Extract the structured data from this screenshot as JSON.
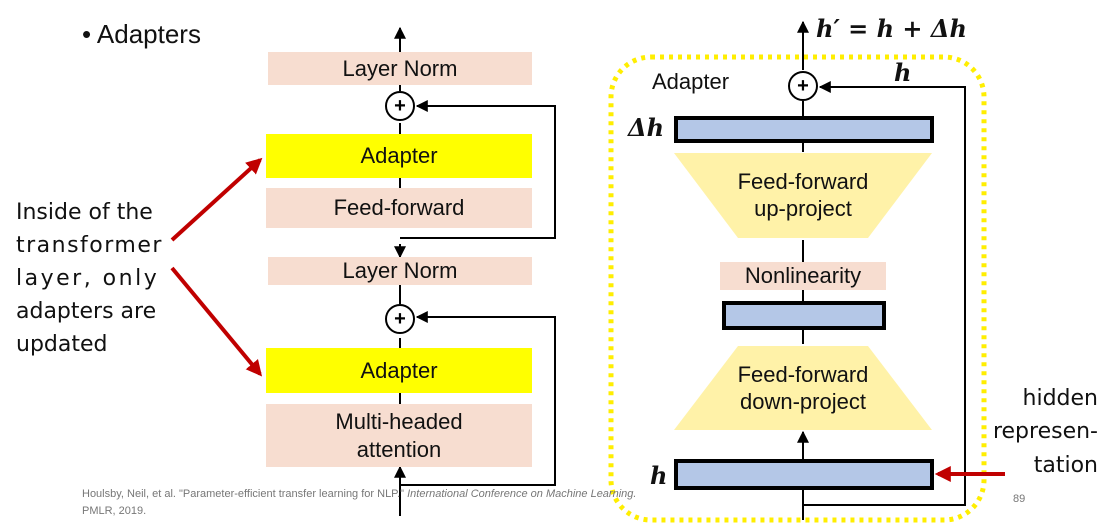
{
  "slide": {
    "bullet": "•",
    "title": "Adapters",
    "page_number": "89"
  },
  "left_stack": {
    "layer_norm_top": "Layer Norm",
    "adapter_top": "Adapter",
    "feed_forward": "Feed-forward",
    "layer_norm_mid": "Layer Norm",
    "adapter_bottom": "Adapter",
    "attention_line1": "Multi-headed",
    "attention_line2": "attention",
    "plus_symbol": "+"
  },
  "side_note": {
    "line1": "Inside of the",
    "line2": "transformer",
    "line3": "layer, only",
    "line4": "adapters are",
    "line5": "updated"
  },
  "adapter_detail": {
    "label": "Adapter",
    "output_eq": "h′ = h + Δh",
    "h_skip": "h",
    "delta_h": "Δh",
    "h_input": "h",
    "ff_up_line1": "Feed-forward",
    "ff_up_line2": "up-project",
    "nonlinearity": "Nonlinearity",
    "ff_down_line1": "Feed-forward",
    "ff_down_line2": "down-project",
    "plus_symbol": "+"
  },
  "hidden_label": {
    "line1": "hidden",
    "line2": "represen-",
    "line3": "tation"
  },
  "citation": {
    "line1_a": "Houlsby, Neil, et al. \"Parameter-efficient transfer learning for NLP.\" ",
    "line1_b": "International Conference on Machine Learning.",
    "line2": "PMLR, 2019."
  },
  "colors": {
    "norm_fill": "#f7ddd0",
    "adapter_fill": "#ffff00",
    "trapezoid_fill": "#fff2a8",
    "bar_fill": "#b4c7e7",
    "red_arrow": "#c00000",
    "dotted_border": "#ffee00"
  }
}
